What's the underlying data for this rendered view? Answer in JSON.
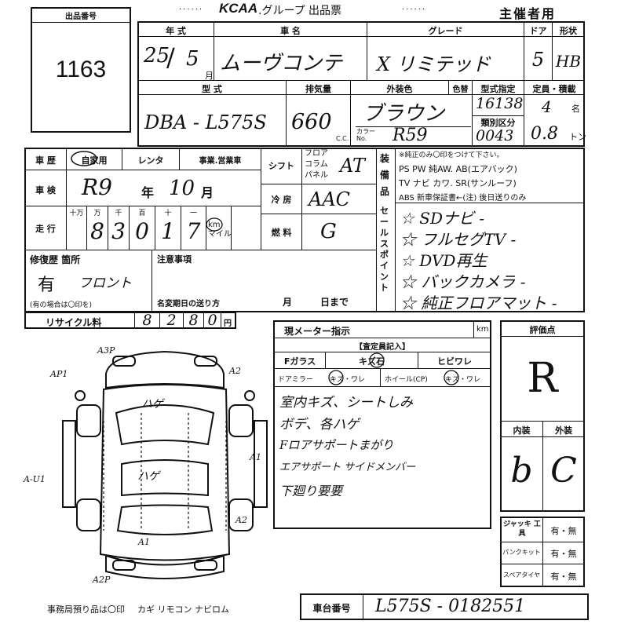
{
  "header": {
    "lot_label": "出品番号",
    "lot_number": "1163",
    "brand": "KCAA",
    "title_suffix": ".グループ 出品票",
    "organizer": "主催者用"
  },
  "labels": {
    "year": "年 式",
    "name": "車 名",
    "grade": "グレード",
    "door": "ドア",
    "shape": "形状",
    "model": "型 式",
    "displacement": "排気量",
    "exterior_color": "外装色",
    "color_change": "色替",
    "type_designation": "型式指定",
    "category": "類別区分",
    "capacity": "定員・積載",
    "history": "車 歴",
    "inspection": "車 検",
    "mileage": "走 行",
    "shift": "シフト",
    "floor_column_panel": "フロア\nコラム\nパネル",
    "ac": "冷 房",
    "fuel": "燃 料",
    "equipment": "装\n備\n品",
    "sales_point": "セールスポイント",
    "repair_history": "修復歴 箇所",
    "repair_note": "(有の場合は〇印を)",
    "notes": "注意事項",
    "name_change_deadline": "名変期日の送り方",
    "month": "月",
    "day": "日まで",
    "recycle_fee": "リサイクル料",
    "yen": "円",
    "current_meter": "現メーター指示",
    "km": "km",
    "assessment": "【査定員記入】",
    "f_glass": "Fガラス",
    "scratch_stone": "キズ石",
    "crack": "ヒビワレ",
    "door_mirror": "ドアミラー",
    "mirror_opts": "キズ・ワレ",
    "wheel": "ホイール(CP)",
    "wheel_opts": "キズ・ワレ",
    "score": "評価点",
    "interior": "内装",
    "exterior": "外装",
    "jack": "ジャッキ 工具",
    "puncture_kit": "パンクキット",
    "spare_tire": "スペアタイヤ",
    "yes_no": "有・無",
    "chassis_number": "車台番号",
    "office_items": "事務局預り品は〇印",
    "keys": "カギ リモコン ナビロム",
    "history_private": "自家用",
    "history_rental": "レンタ",
    "history_business": "事業.営業車",
    "digit_labels": [
      "十万",
      "万",
      "千",
      "百",
      "十",
      "一"
    ],
    "km_mile": "km\nマイル",
    "car_unit": "C.C.",
    "color_no": "カラー\nNo.",
    "equip_line1": "※純正のみ〇印をつけて下さい。",
    "equip_line2": "PS PW 純AW. AB(エアバック)",
    "equip_line3": "TV ナビ カワ. SR(サンルーフ)",
    "equip_line4": "ABS 新車保証書←(注) 後日送りのみ",
    "capacity_unit": "名",
    "load_unit": "トン",
    "year_unit": "年",
    "month_unit": "月"
  },
  "vehicle": {
    "year": "25",
    "month": "5",
    "name": "ムーヴコンテ",
    "grade": "X リミテッド",
    "doors": "5",
    "shape": "HB",
    "model": "DBA - L575S",
    "displacement": "660",
    "color": "ブラウン",
    "color_code": "R59",
    "type_designation": "16138",
    "category": "0043",
    "capacity": "4",
    "load": "0.8",
    "inspection_year": "R9",
    "inspection_month": "10",
    "mileage_digits": [
      "8",
      "3",
      "0",
      "1",
      "7"
    ],
    "shift": "AT",
    "ac": "AAC",
    "fuel": "G",
    "repair": "有",
    "repair_location": "フロント",
    "recycle_digits": [
      "8",
      "2",
      "8",
      "0"
    ],
    "score": "R",
    "interior": "b",
    "exterior": "C",
    "chassis": "L575S - 0182551"
  },
  "sales_points": [
    "☆ SDナビ -",
    "☆ フルセグTV -",
    "☆ DVD再生",
    "☆ バックカメラ -",
    "☆ 純正フロアマット -"
  ],
  "inspector_notes": [
    "室内キズ、シートしみ",
    "ボデ、各ハゲ",
    "Fロアサポートまがり",
    "エアサポート サイドメンバー",
    "下廻り要要"
  ],
  "diagram_marks": [
    "A3P",
    "AP1",
    "A2",
    "ハゲ",
    "ハゲ",
    "A1",
    "A-U1",
    "A2",
    "A1",
    "A2P"
  ]
}
